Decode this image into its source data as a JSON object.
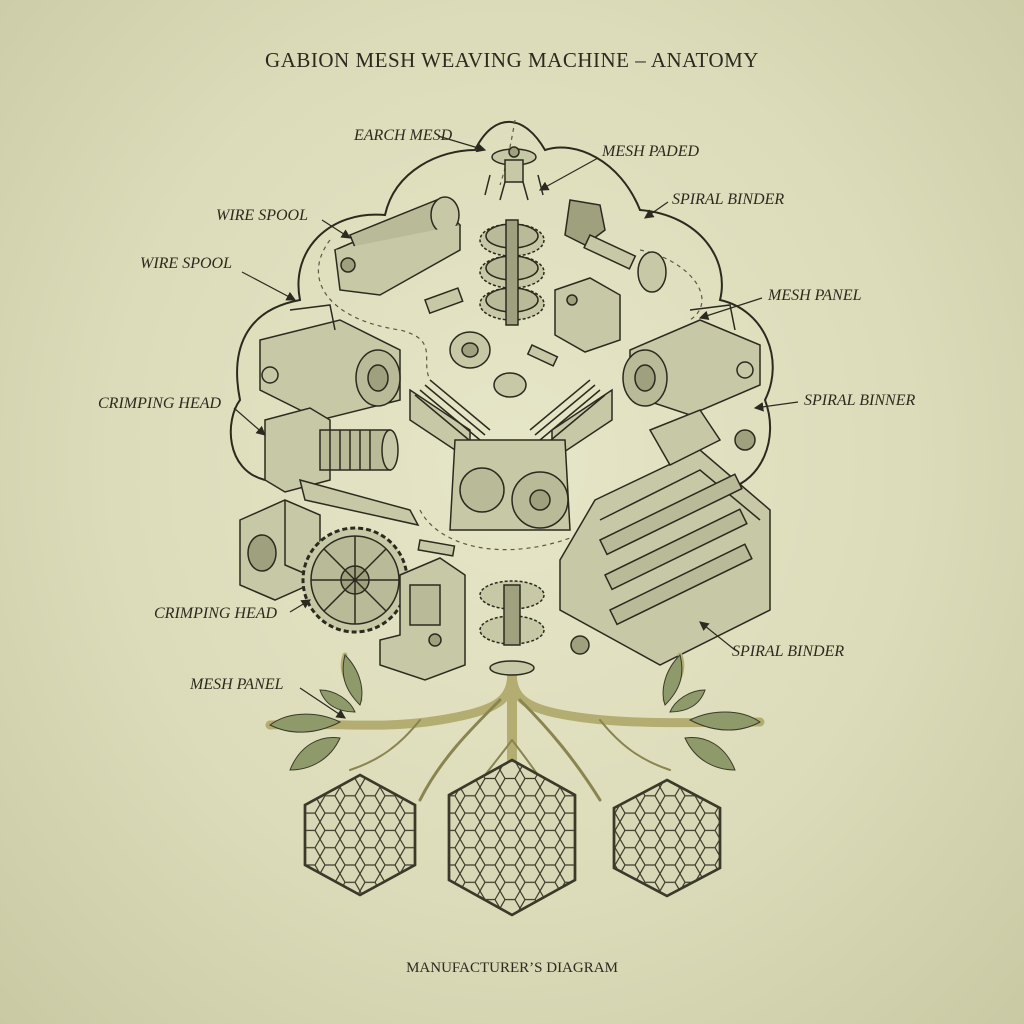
{
  "title": "GABION MESH WEAVING MACHINE – ANATOMY",
  "footer": "MANUFACTURER’S DIAGRAM",
  "labels": {
    "earch_mesd": "EARCH MESD",
    "mesh_paded": "MESH PADED",
    "spiral_binder_top": "SPIRAL BINDER",
    "wire_spool_1": "WIRE SPOOL",
    "wire_spool_2": "WIRE SPOOL",
    "mesh_panel_right": "MESH PANEL",
    "crimping_head_1": "CRIMPING HEAD",
    "spiral_binner": "SPIRAL BINNER",
    "crimping_head_2": "CRIMPING HEAD",
    "spiral_binder_bottom": "SPIRAL BINDER",
    "mesh_panel_left": "MESH PANEL"
  },
  "colors": {
    "background": "#dcdcba",
    "ink": "#2b2a1f",
    "metal": "#c7c8a6",
    "metal_dark": "#9fa07e",
    "root": "#b4ad72",
    "leaf": "#8f9a6a",
    "mesh": "#d9d8b6"
  }
}
